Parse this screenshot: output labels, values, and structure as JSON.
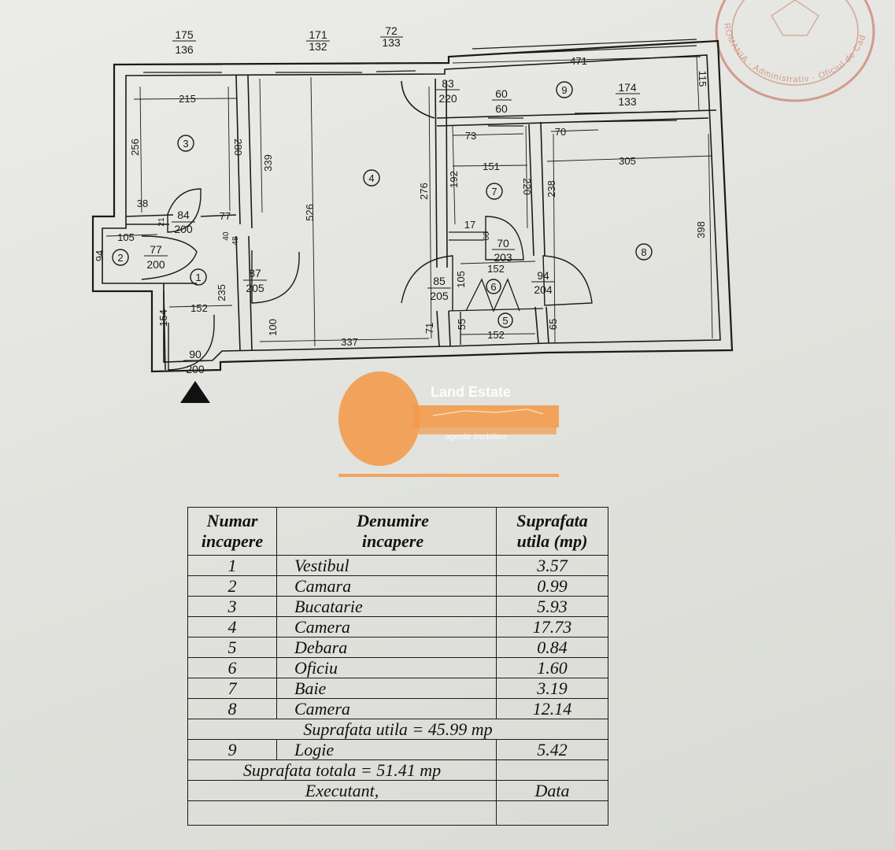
{
  "stamp": {
    "text": "ROMANIA · Administrativ · Oficiul de Cadastru"
  },
  "floorplan": {
    "rooms": [
      {
        "num": "1"
      },
      {
        "num": "2"
      },
      {
        "num": "3"
      },
      {
        "num": "4"
      },
      {
        "num": "5"
      },
      {
        "num": "6"
      },
      {
        "num": "7"
      },
      {
        "num": "8"
      },
      {
        "num": "9"
      }
    ],
    "openings": [
      {
        "w": "175",
        "h": "136"
      },
      {
        "w": "171",
        "h": "132"
      },
      {
        "w": "72",
        "h": "133"
      },
      {
        "w": "83",
        "h": "220"
      },
      {
        "w": "60",
        "h": "60"
      },
      {
        "w": "174",
        "h": "133"
      },
      {
        "w": "84",
        "h": "200"
      },
      {
        "w": "77",
        "h": "200"
      },
      {
        "w": "87",
        "h": "205"
      },
      {
        "w": "90",
        "h": "200"
      },
      {
        "w": "70",
        "h": "203"
      },
      {
        "w": "85",
        "h": "205"
      },
      {
        "w": "94",
        "h": "204"
      }
    ],
    "dims": [
      "471",
      "115",
      "215",
      "256",
      "280",
      "339",
      "526",
      "276",
      "38",
      "77",
      "105",
      "94",
      "152",
      "235",
      "154",
      "337",
      "100",
      "71",
      "73",
      "151",
      "192",
      "220",
      "17",
      "152",
      "105",
      "55",
      "152",
      "70",
      "305",
      "238",
      "398",
      "65"
    ],
    "small_dims": [
      "21",
      "48",
      "40",
      "60"
    ]
  },
  "logo": {
    "brand": "Land Estate",
    "tagline": "agentie imobiliare",
    "color": "#f39a4a"
  },
  "table": {
    "headers": {
      "num": [
        "Numar",
        "incapere"
      ],
      "name": [
        "Denumire",
        "incapere"
      ],
      "area": [
        "Suprafata",
        "utila (mp)"
      ]
    },
    "rows": [
      {
        "num": "1",
        "name": "Vestibul",
        "area": "3.57"
      },
      {
        "num": "2",
        "name": "Camara",
        "area": "0.99"
      },
      {
        "num": "3",
        "name": "Bucatarie",
        "area": "5.93"
      },
      {
        "num": "4",
        "name": "Camera",
        "area": "17.73"
      },
      {
        "num": "5",
        "name": "Debara",
        "area": "0.84"
      },
      {
        "num": "6",
        "name": "Oficiu",
        "area": "1.60"
      },
      {
        "num": "7",
        "name": "Baie",
        "area": "3.19"
      },
      {
        "num": "8",
        "name": "Camera",
        "area": "12.14"
      }
    ],
    "utila_total": "Suprafata utila = 45.99 mp",
    "logie": {
      "num": "9",
      "name": "Logie",
      "area": "5.42"
    },
    "total": "Suprafata totala = 51.41 mp",
    "executant": "Executant,",
    "data": "Data"
  }
}
